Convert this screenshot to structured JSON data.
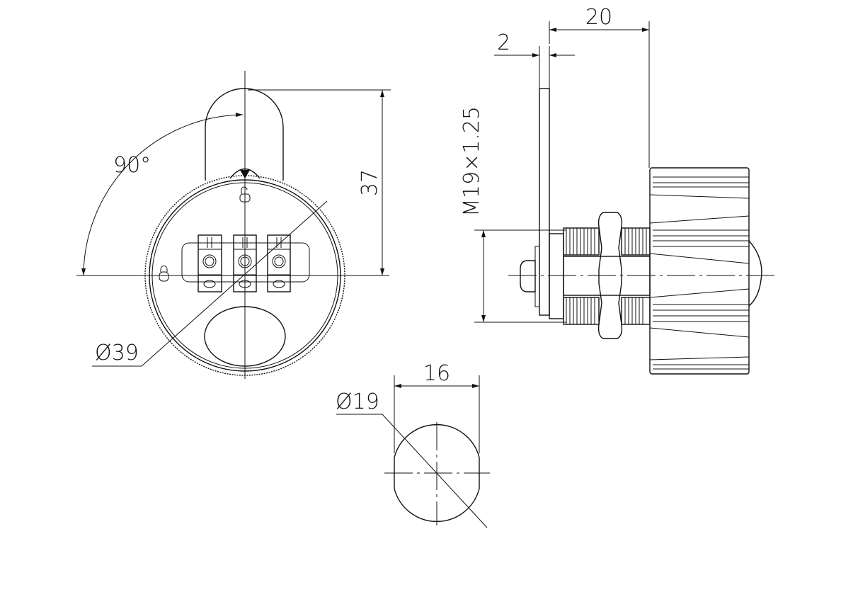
{
  "dimensions": {
    "shackle_height": "37",
    "rotation_angle": "90°",
    "body_diameter": "Ø39",
    "flange_thickness": "2",
    "overall_depth": "20",
    "thread_spec": "M19×1.25",
    "cut_width": "16",
    "cylinder_diameter": "Ø19"
  },
  "colors": {
    "line": "#111111",
    "background": "#ffffff"
  }
}
